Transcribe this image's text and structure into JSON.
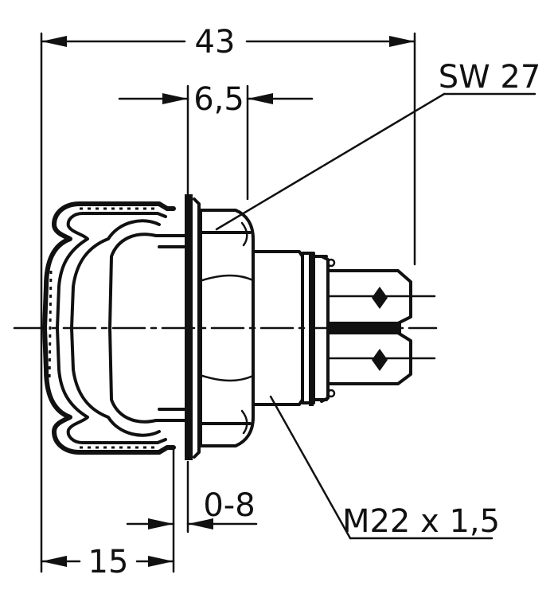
{
  "dimensions": {
    "overall_length": "43",
    "flange_width": "6,5",
    "panel_thickness": "0-8",
    "cap_depth": "15"
  },
  "callouts": {
    "wrench_size": "SW 27",
    "thread": "M22 x 1,5"
  }
}
